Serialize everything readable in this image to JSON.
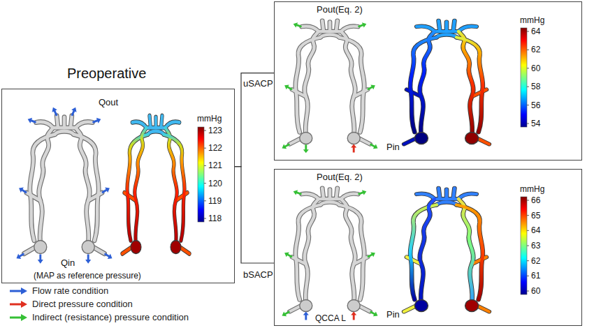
{
  "diagram": {
    "nodes": [
      {
        "text": [
          "Preoperative",
          "Qout",
          "Qin",
          "(MAP as reference pressure)",
          "mmHg",
          "123",
          "122",
          "121",
          "120",
          "119",
          "118"
        ]
      },
      {
        "text": [
          "uSACP",
          "Pout(Eq. 2)",
          "Pin",
          "mmHg",
          "64",
          "62",
          "60",
          "58",
          "56",
          "54"
        ]
      },
      {
        "text": [
          "bSACP",
          "Pout(Eq. 2)",
          "Pin",
          "QCCA L",
          "mmHg",
          "66",
          "65",
          "64",
          "63",
          "62",
          "61",
          "60"
        ]
      }
    ],
    "edges": [
      {
        "from": 0,
        "to": 1,
        "arrow": "none"
      },
      {
        "from": 0,
        "to": 2,
        "arrow": "none"
      }
    ],
    "legend": [
      {
        "text": "Flow rate condition",
        "color": "#2d5fd6"
      },
      {
        "text": "Direct pressure condition",
        "color": "#e03020"
      },
      {
        "text": "Indirect (resistance) pressure condition",
        "color": "#35c035"
      }
    ]
  }
}
